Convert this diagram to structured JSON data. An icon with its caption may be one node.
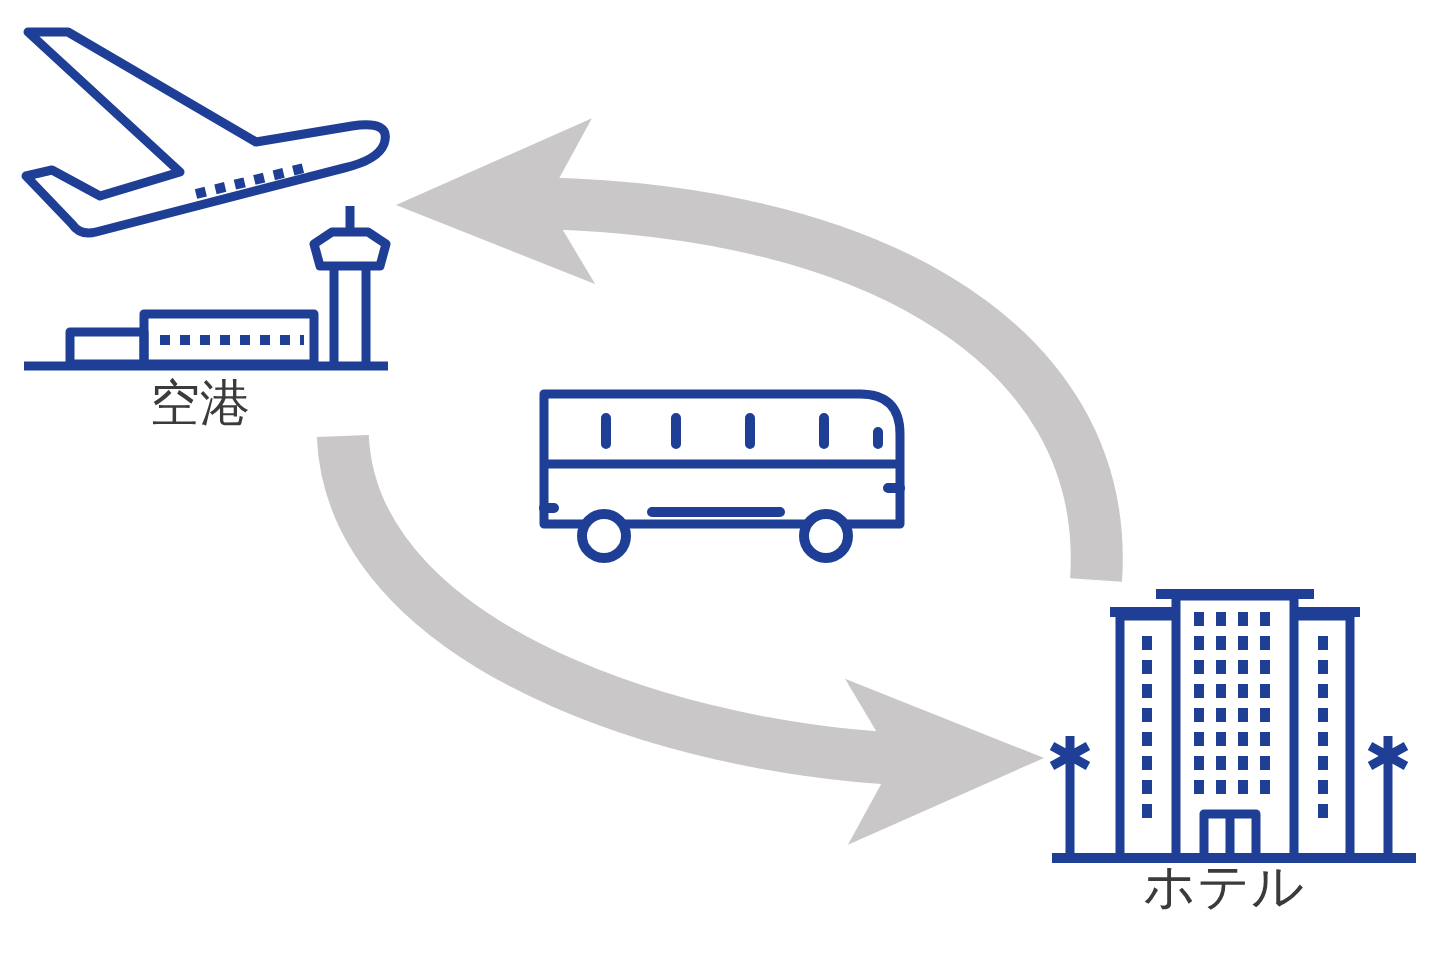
{
  "diagram": {
    "nodes": [
      {
        "text": [
          "空港"
        ]
      },
      {
        "text": [],
        "shape": "picture"
      },
      {
        "text": [
          "ホテル"
        ]
      }
    ],
    "edges": [
      {
        "from": 2,
        "to": 0,
        "arrow": "to"
      },
      {
        "from": 0,
        "to": 2,
        "arrow": "to"
      }
    ]
  }
}
